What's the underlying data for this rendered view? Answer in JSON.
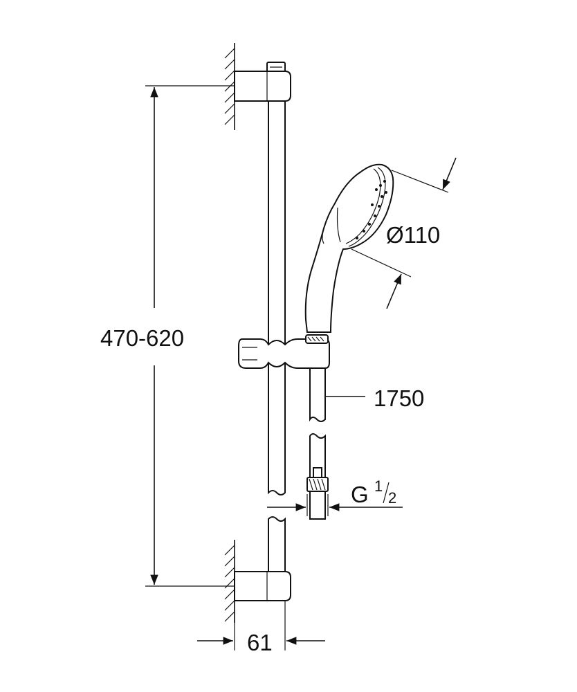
{
  "labels": {
    "height_range": "470-620",
    "head_diameter": "Ø110",
    "hose_length": "1750",
    "thread_prefix": "G",
    "thread_num": "1",
    "thread_den": "2",
    "wall_distance": "61"
  }
}
